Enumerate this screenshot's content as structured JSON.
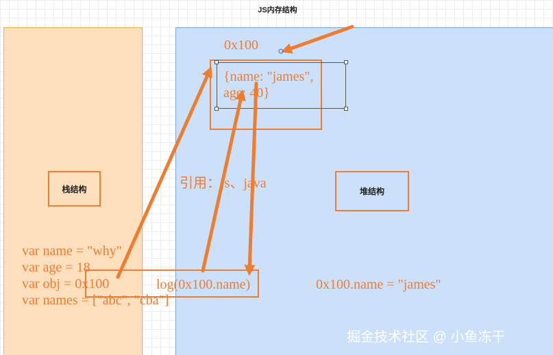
{
  "title": "JS内存结构",
  "stack": {
    "label": "栈结构"
  },
  "heap": {
    "label": "堆结构",
    "address": "0x100",
    "object_lines": [
      "{name: \"james\",",
      "age: 40}"
    ]
  },
  "reference_note": "引用：js、java",
  "code_lines": [
    "var name = \"why\"",
    "var age = 18",
    "var obj = 0x100",
    "var names = [\"abc\", \"cba\"]"
  ],
  "log_expression": "log(0x100.name)",
  "assignment": "0x100.name = \"james\"",
  "watermark": "掘金技术社区 @ 小鱼冻干",
  "colors": {
    "accent_orange": "#ed7d31",
    "stack_fill": "#fddfbe",
    "heap_fill": "#cce0fa"
  }
}
